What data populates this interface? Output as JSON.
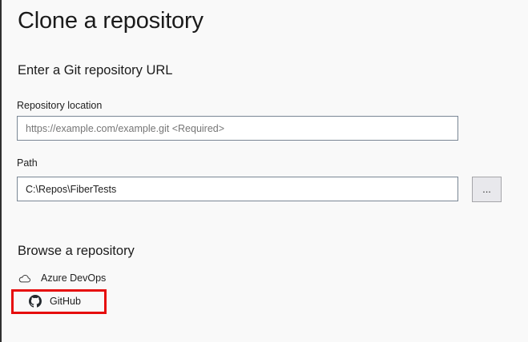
{
  "colors": {
    "background": "#f9f9f9",
    "left_edge": "#2f2f2f",
    "input_border": "#7a8795",
    "placeholder_text": "#767676",
    "button_bg": "#e8e8ec",
    "highlight_red": "#e60c0c"
  },
  "header": {
    "title": "Clone a repository"
  },
  "url_section": {
    "heading": "Enter a Git repository URL",
    "repository_location": {
      "label": "Repository location",
      "placeholder": "https://example.com/example.git <Required>",
      "value": ""
    },
    "path": {
      "label": "Path",
      "value": "C:\\Repos\\FiberTests"
    },
    "browse_button_label": "..."
  },
  "browse_section": {
    "heading": "Browse a repository",
    "items": [
      {
        "label": "Azure DevOps",
        "icon": "cloud-icon",
        "highlighted": false
      },
      {
        "label": "GitHub",
        "icon": "github-icon",
        "highlighted": true
      }
    ]
  }
}
